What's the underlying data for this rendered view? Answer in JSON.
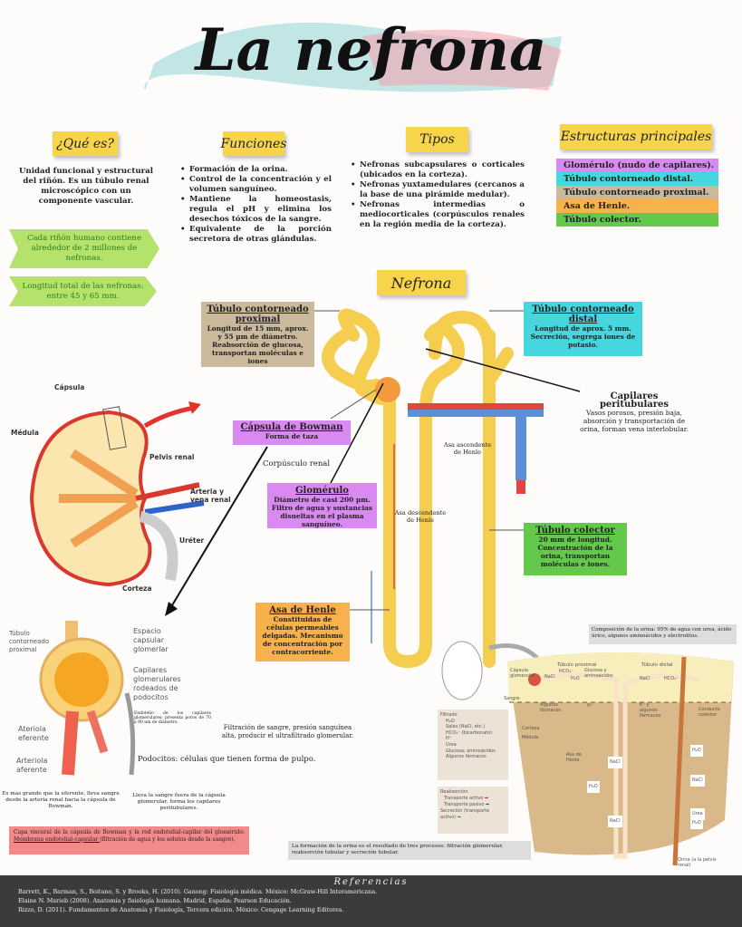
{
  "title": "La nefrona",
  "que_es": {
    "header": "¿Qué es?",
    "text": "Unidad funcional y estructural del riñón. Es un túbulo renal microscópico con un componente vascular.",
    "fact1": "Cada riñón humano contiene alrededor de 2 millones de nefronas.",
    "fact2": "Longitud total de las nefronas: entre 45 y 65 mm."
  },
  "funciones": {
    "header": "Funciones",
    "items": [
      "Formación de la orina.",
      "Control de la concentración y el volumen sanguíneo.",
      "Mantiene la homeostasis, regula el pH y elimina los desechos tóxicos de la sangre.",
      "Equivalente de la porción secretora de otras glándulas."
    ]
  },
  "tipos": {
    "header": "Tipos",
    "items": [
      "Nefronas subcapsulares o corticales (ubicados en la corteza).",
      "Nefronas yuxtamedulares (cercanos a la base de una pirámide medular).",
      "Nefronas intermedias o mediocorticales (corpúsculos renales en la región media de la corteza)."
    ]
  },
  "estructuras": {
    "header": "Estructuras principales",
    "items": [
      {
        "label": "Glomérulo (nudo de capilares).",
        "color": "#d98af0"
      },
      {
        "label": "Túbulo contorneado distal.",
        "color": "#45d6de"
      },
      {
        "label": "Túbulo contorneado proximal.",
        "color": "#cbb99c"
      },
      {
        "label": "Asa de Henle.",
        "color": "#f7b24e"
      },
      {
        "label": "Túbulo colector.",
        "color": "#63c84b"
      }
    ]
  },
  "nefrona": {
    "header": "Nefrona",
    "proximal": {
      "title": "Túbulo contorneado proximal",
      "text": "Longitud de 15 mm, aprox. y 55 µm de diámetro. Reabsorción de glucosa, transportan moléculas e iones"
    },
    "distal": {
      "title": "Túbulo contorneado distal",
      "text": "Longitud de aprox. 5 mm. Secreción, segrega iones de potasio."
    },
    "capilares": {
      "title": "Capilares peritubulares",
      "text": "Vasos porosos, presión baja, absorción y transportación de orina, forman vena interlobular."
    },
    "bowman": {
      "title": "Cápsula de Bowman",
      "text": "Forma de taza"
    },
    "corpusculo": "Corpúsculo renal",
    "glomerulo": {
      "title": "Glomérulo",
      "text": "Diámetro de casi 200 µm. Filtro de agua y sustancias disueltas en el plasma sanguíneo."
    },
    "asa_asc": "Asa ascendente de Henle",
    "asa_desc": "Asa descendente de Henle",
    "colector": {
      "title": "Túbulo colector",
      "text": "20 mm de longitud. Concentración de la orina, transportan moléculas e iones."
    },
    "henle": {
      "title": "Asa de Henle",
      "text": "Constituidas de células permeables delgadas. Mecanismo de concentración por contracorriente."
    }
  },
  "rinon": {
    "capsula": "Cápsula",
    "medula": "Médula",
    "pelvis": "Pelvis renal",
    "arteria": "Arteria y vena renal",
    "ureter": "Uréter",
    "corteza": "Corteza"
  },
  "glom_fig": {
    "tubulo": "Túbulo contorneado proximal",
    "espacio": "Espacio capsular glomerlar",
    "capilares": "Capilares glomerulares rodeados de podocitos",
    "endotelio": "Endotelio de los capilares glomerulares: presenta poros de 70 a 90 nm de diámetro.",
    "eferente": "Ateriola eferente",
    "aferente": "Arteriola aferente",
    "filtracion": "Filtración de sangre, presión sanguínea alta, producir el ultrafiltrado glomerular.",
    "podocitos": "Podocitos: células que tienen forma de pulpo.",
    "aferente_note": "Es mas grande que la eferente, lleva sangre desde la arteria renal hacia la cápsula de Bowman.",
    "eferente_note": "Lleva la sangre fuera de la cápsula glomerular, forma los capilares peritubulares.",
    "membrana_pre": "Capa visceral de la cápsula de Bowman y la red endotelial-capilar del glomérulo: ",
    "membrana_link": "Membrana endotelial-capsular ",
    "membrana_post": "(filtración de agua y los solutos desde la sangre)."
  },
  "fisio": {
    "composicion": "Composición de la orina: 95% de agua con urea, ácido úrico, algunos aminoácidos y electrolitos.",
    "formacion": "La formación de la orina es el resultado de tres procesos: filtración glomerular, reabsorción tubular y secreción tubular.",
    "tub_prox": "Túbulo proximal",
    "tub_dist": "Túbulo distal",
    "capsula": "Cápsula glomerular",
    "sangre": "Sangre",
    "corteza": "Corteza",
    "medula": "Médula",
    "asa": "Asa de Henle",
    "conducto": "Conducto colector",
    "orina": "Orina (a la pelvis renal)",
    "nacl": "NaCl",
    "hco3": "HCO₃⁻",
    "h2o": "H₂O",
    "glucosa": "Glucosa y aminoácidos",
    "farmacos": "Algunos fármacos",
    "h": "H⁺",
    "k": "K⁺ y algunos fármacos",
    "urea": "Urea",
    "filtrado": {
      "title": "Filtrado",
      "items": [
        "H₂O",
        "Sales (NaCl, etc.)",
        "HCO₃⁻ (bicarbonato)",
        "H⁺",
        "Urea",
        "Glucosa; aminoácidos",
        "Algunos fármacos"
      ]
    },
    "leyenda": {
      "title": "Reabsorción",
      "activo": "Transporte activo",
      "pasivo": "Transporte pasivo",
      "secrecion": "Secreción (transporte activo)"
    }
  },
  "referencias": {
    "title": "Referencias",
    "items": [
      "Barrett, K., Barman, S., Boitano, S. y Brooks, H. (2010). Ganong: Fisiología médica. México: McGraw-Hill Interamericana.",
      "Elaine N. Marieb (2008). Anatomía y fisiología humana. Madrid, España: Pearson Educación.",
      "Rizzo, D. (2011). Fundamentos de Anatomía y Fisiología, Tercera edición. México: Cengage Learning Editores."
    ]
  }
}
